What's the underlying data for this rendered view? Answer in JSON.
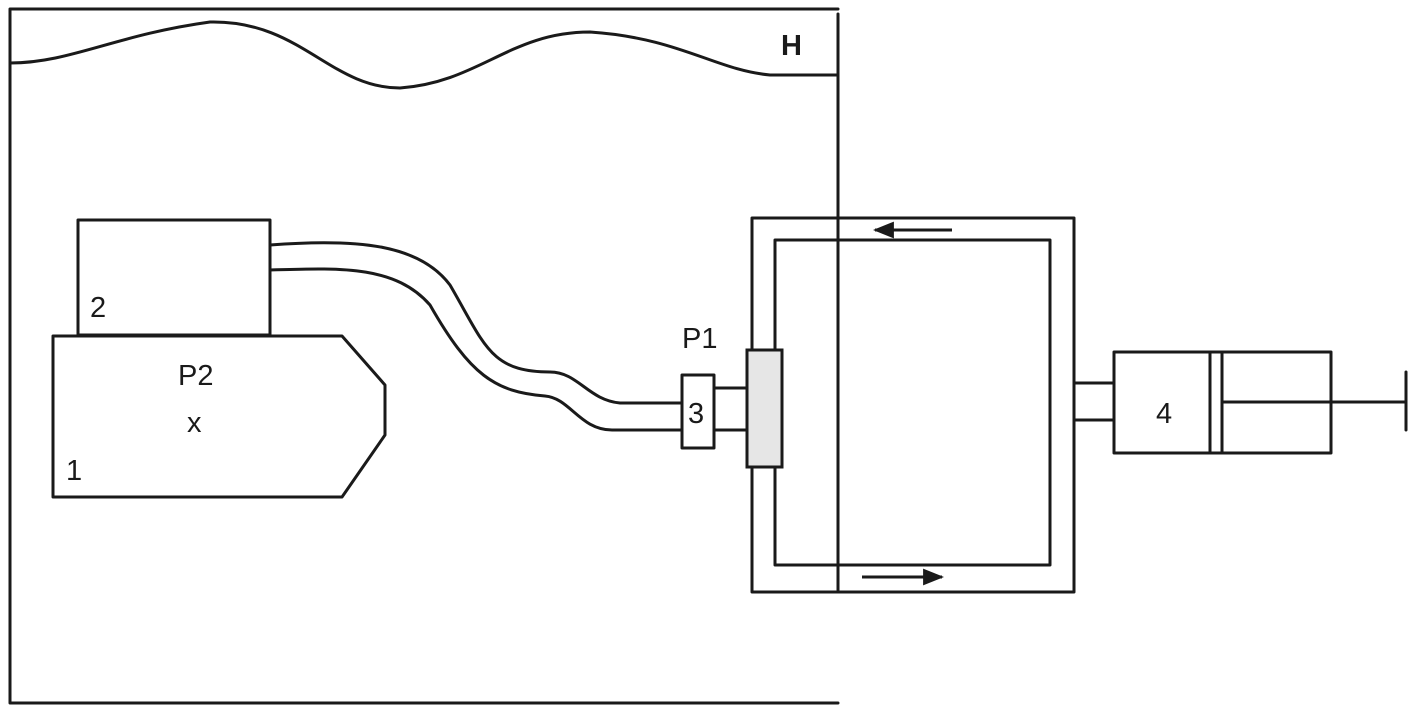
{
  "labels": {
    "h": "H",
    "one": "1",
    "two": "2",
    "p2": "P2",
    "x": "x",
    "p1": "P1",
    "three": "3",
    "four": "4"
  },
  "colors": {
    "stroke": "#1a1a1a",
    "window_fill": "#e6e6e6",
    "background": "#ffffff"
  }
}
